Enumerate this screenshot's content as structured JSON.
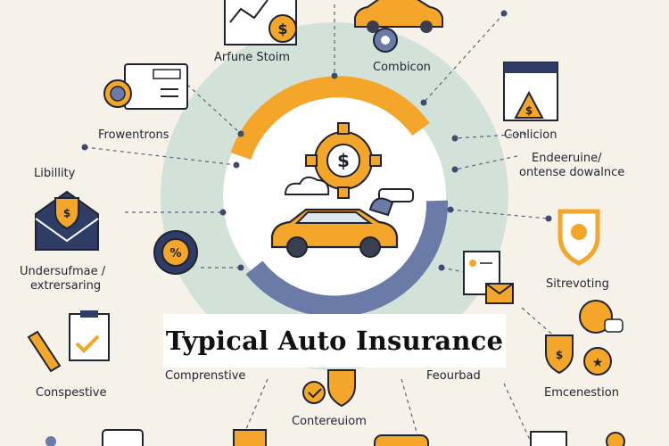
{
  "title": "Typical Auto Insurance",
  "labels": {
    "top_left": "Arfune Stoim",
    "top_right": "Combicon",
    "upper_left": "Frowentrons",
    "right_1": "Conlicion",
    "right_2_line1": "Endeeruine/",
    "right_2_line2": "ontense dowalnce",
    "left_1": "Libillity",
    "left_2_line1": "Undersufmae /",
    "left_2_line2": "extrersaring",
    "right_3": "Sitrevoting",
    "bottom_left": "Conspestive",
    "bottom_center_left": "Comprenstive",
    "bottom_center_right": "Feourbad",
    "bottom_right": "Emcenestion",
    "bottom_center": "Contereuiom"
  },
  "colors": {
    "background": "#f6f2ea",
    "ring": "#d3e2d9",
    "accent_orange": "#f4a62a",
    "accent_blue": "#6b7ba8",
    "ink": "#1f2430",
    "navy": "#2f3d66"
  },
  "icons": [
    "chart-dollar-icon",
    "car-gear-icon",
    "clock-card-icon",
    "document-dollar-icon",
    "shield-envelope-icon",
    "percent-badge-icon",
    "shield-leaf-icon",
    "document-mail-icon",
    "checkmark-clipboard-icon",
    "shield-star-icon",
    "gear-dollar-icon",
    "car-icon"
  ]
}
